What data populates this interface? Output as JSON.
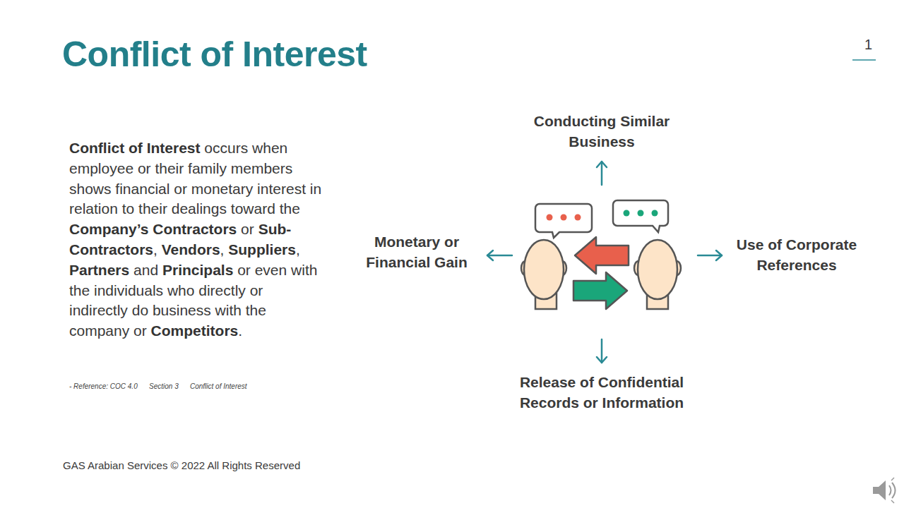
{
  "diagram": {
    "title": "Conflict of Interest",
    "labels": [
      "1",
      "Conflict of Interest",
      "occurs when employee or their family members shows financial or monetary interest in relation to their dealings toward the",
      "Company’s Contractors",
      "or",
      "Sub-Contractors",
      ",",
      "Vendors",
      ",",
      "Suppliers",
      ",",
      "Partners",
      "and",
      "Principals",
      "or even with the individuals who directly or indirectly do business with the company or",
      "Competitors",
      ".",
      "- Reference: COC 4.0",
      "Section 3",
      "Conflict of Interest",
      "Conducting Similar Business",
      "Monetary or Financial Gain",
      "Use of Corporate References",
      "Release of Confidential Records or Information",
      "GAS Arabian Services © 2022  All Rights Reserved"
    ]
  }
}
